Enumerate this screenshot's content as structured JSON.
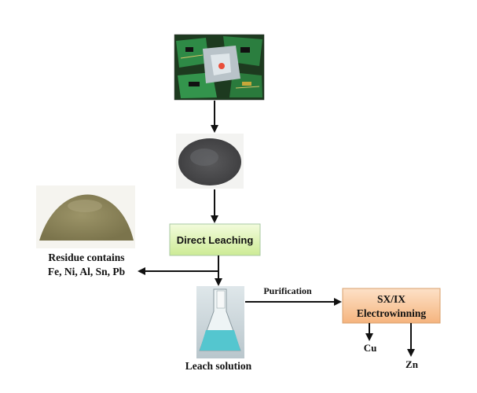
{
  "steps": {
    "direct_leaching": "Direct Leaching",
    "sx_ix": "SX/IX",
    "electrowinning": "Electrowinning"
  },
  "labels": {
    "residue_line1": "Residue contains",
    "residue_line2": "Fe, Ni, Al, Sn, Pb",
    "purification": "Purification",
    "leach_solution": "Leach solution",
    "product_cu": "Cu",
    "product_zn": "Zn"
  },
  "colors": {
    "leaching_box_fill": "#dff5b4",
    "sx_box_fill": "#f9c9a0",
    "arrow": "#111111",
    "solution": "#54c6cf"
  }
}
